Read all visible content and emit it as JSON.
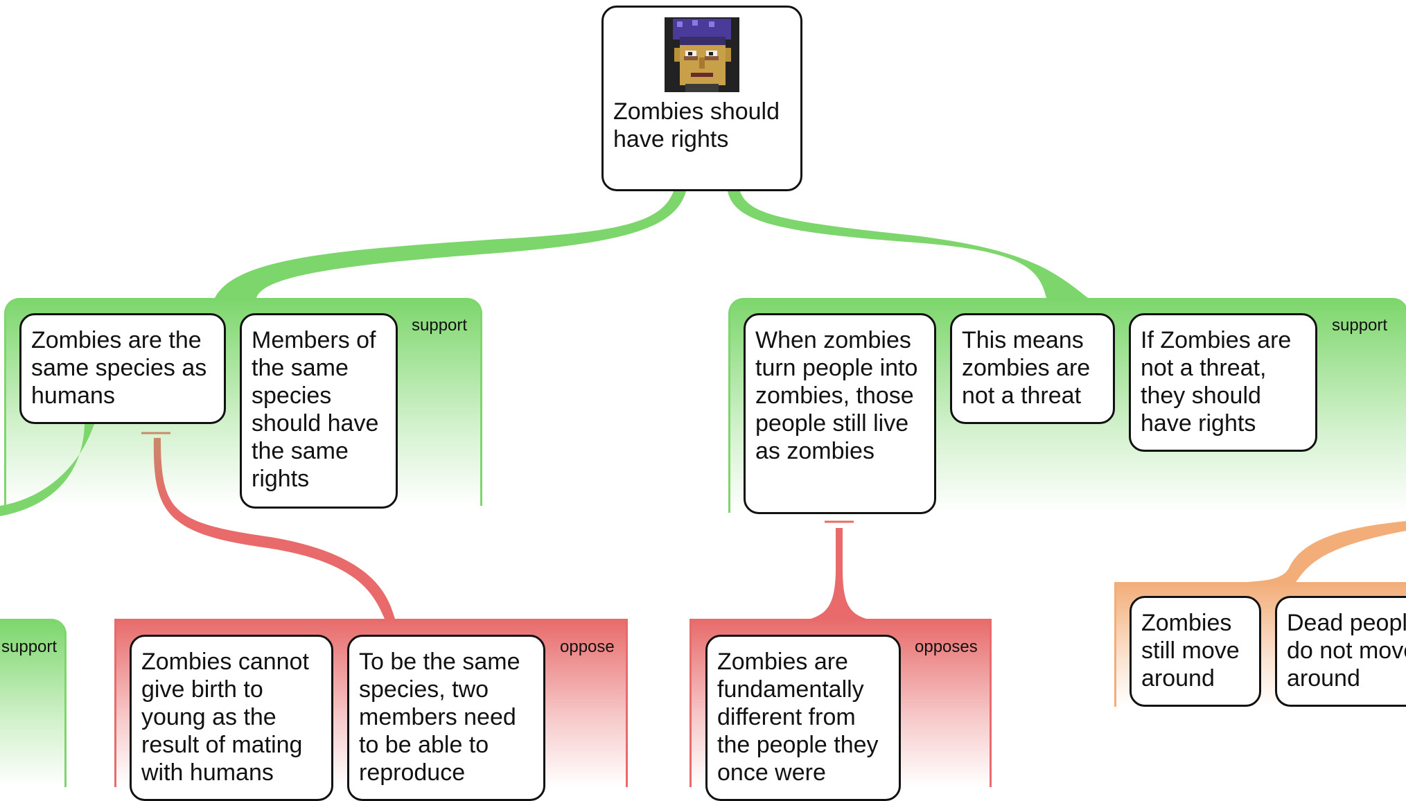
{
  "root": {
    "text": "Zombies should have rights",
    "icon": "zombie-face-icon"
  },
  "groups": {
    "left_support": {
      "label": "support",
      "cards": [
        "Zombies are the same species as humans",
        "Members of the same species should have the same rights"
      ]
    },
    "right_support": {
      "label": "support",
      "cards": [
        "When zombies turn people into zombies, those people still live as zombies",
        "This means zombies are not a threat",
        "If Zombies are not a threat, they should have rights"
      ]
    },
    "far_left_support": {
      "label": "support"
    },
    "left_oppose": {
      "label": "oppose",
      "cards": [
        "Zombies cannot give birth to young as the result of mating with humans",
        "To be the same species, two members need to be able to reproduce"
      ]
    },
    "mid_opposes": {
      "label": "opposes",
      "cards": [
        "Zombies are fundamentally different from the people they once were"
      ]
    },
    "right_orange": {
      "cards": [
        "Zombies still move around",
        "Dead people do not move around"
      ]
    }
  },
  "colors": {
    "support": "#7cd66b",
    "oppose": "#e86a6a",
    "orange": "#f2ad78"
  }
}
